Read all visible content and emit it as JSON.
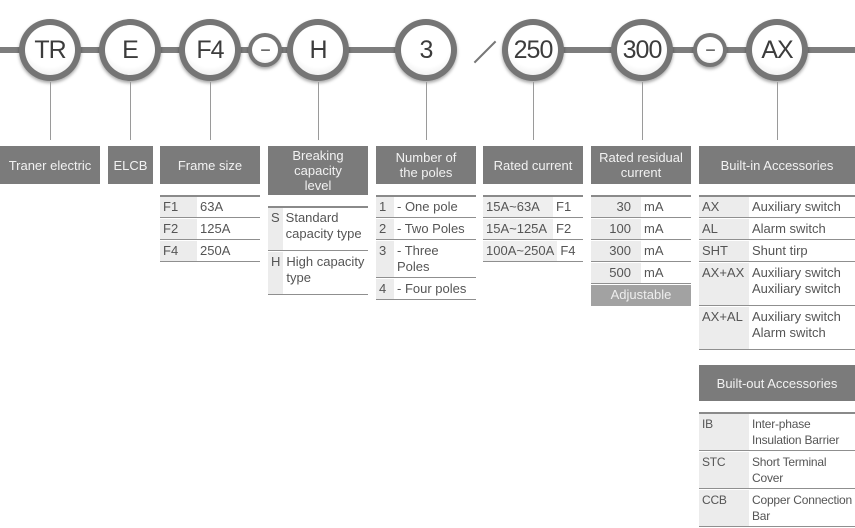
{
  "code_parts": [
    {
      "label": "TR",
      "kind": "big"
    },
    {
      "label": "E",
      "kind": "big"
    },
    {
      "label": "F4",
      "kind": "big"
    },
    {
      "label": "−",
      "kind": "separator"
    },
    {
      "label": "H",
      "kind": "big"
    },
    {
      "label": "3",
      "kind": "big"
    },
    {
      "label": "250",
      "kind": "big"
    },
    {
      "label": "300",
      "kind": "big"
    },
    {
      "label": "−",
      "kind": "separator"
    },
    {
      "label": "AX",
      "kind": "big"
    }
  ],
  "headers": {
    "company": "Traner electric",
    "type": "ELCB",
    "frame": "Frame size",
    "breaking": "Breaking capacity level",
    "poles": "Number of the poles",
    "rated": "Rated current",
    "residual": "Rated residual current",
    "builtin": "Built-in Accessories",
    "builtout": "Built-out Accessories"
  },
  "frame_size": [
    {
      "k": "F1",
      "v": "63A"
    },
    {
      "k": "F2",
      "v": "125A"
    },
    {
      "k": "F4",
      "v": "250A"
    }
  ],
  "breaking": [
    {
      "k": "S",
      "v": "Standard capacity type"
    },
    {
      "k": "H",
      "v": "High capacity type"
    }
  ],
  "poles": [
    {
      "k": "1",
      "v": "- One pole"
    },
    {
      "k": "2",
      "v": "- Two Poles"
    },
    {
      "k": "3",
      "v": "- Three Poles"
    },
    {
      "k": "4",
      "v": "- Four poles"
    }
  ],
  "rated_current": [
    {
      "k": "15A~63A",
      "v": "F1"
    },
    {
      "k": "15A~125A",
      "v": "F2"
    },
    {
      "k": "100A~250A",
      "v": "F4"
    }
  ],
  "residual": [
    {
      "k": "30",
      "v": "mA"
    },
    {
      "k": "100",
      "v": "mA"
    },
    {
      "k": "300",
      "v": "mA"
    },
    {
      "k": "500",
      "v": "mA"
    }
  ],
  "residual_adjustable": "Adjustable",
  "builtin": [
    {
      "k": "AX",
      "v": "Auxiliary switch"
    },
    {
      "k": "AL",
      "v": "Alarm switch"
    },
    {
      "k": "SHT",
      "v": "Shunt tirp"
    },
    {
      "k": "AX+AX",
      "v": "Auxiliary switch Auxiliary switch"
    },
    {
      "k": "AX+AL",
      "v": "Auxiliary switch Alarm switch"
    }
  ],
  "builtout": [
    {
      "k": "IB",
      "v": "Inter-phase Insulation Barrier"
    },
    {
      "k": "STC",
      "v": "Short Terminal Cover"
    },
    {
      "k": "CCB",
      "v": "Copper Connection Bar"
    }
  ]
}
